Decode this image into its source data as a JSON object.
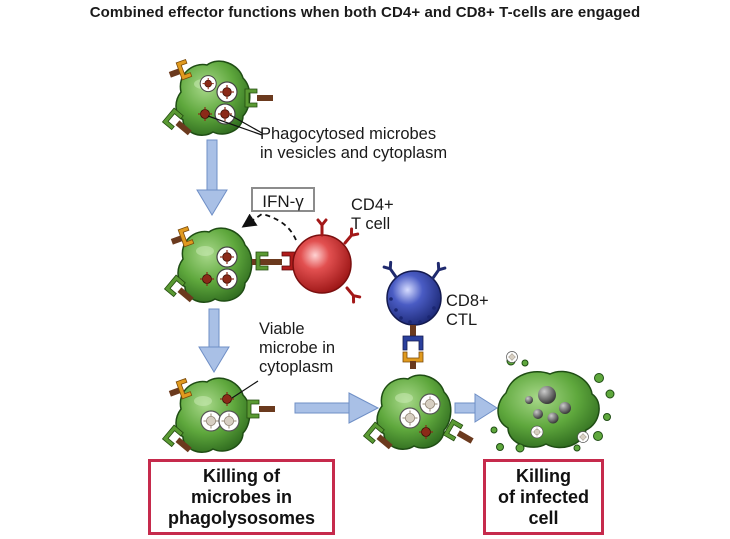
{
  "title": "Combined effector functions when both CD4+ and CD8+ T-cells are engaged",
  "labels": {
    "phagocytosed_line1": "Phagocytosed microbes",
    "phagocytosed_line2": "in vesicles and cytoplasm",
    "ifn": "IFN-γ",
    "cd4_line1": "CD4+",
    "cd4_line2": "T cell",
    "cd8_line1": "CD8+",
    "cd8_line2": "CTL",
    "viable_line1": "Viable",
    "viable_line2": "microbe in",
    "viable_line3": "cytoplasm"
  },
  "outcomes": {
    "left_line1": "Killing of",
    "left_line2": "microbes in",
    "left_line3": "phagolysosomes",
    "right_line1": "Killing",
    "right_line2": "of infected",
    "right_line3": "cell"
  },
  "colors": {
    "macrophage": "#4f9a33",
    "cd4_cell": "#d02a2a",
    "cd8_cell": "#2a3f9c",
    "arrow": "#a9c0e6",
    "outcome_border": "#c62a4c",
    "receptor_green": "#4e8c2f",
    "receptor_orange": "#e09a1e",
    "stalk": "#6b3a1e"
  }
}
